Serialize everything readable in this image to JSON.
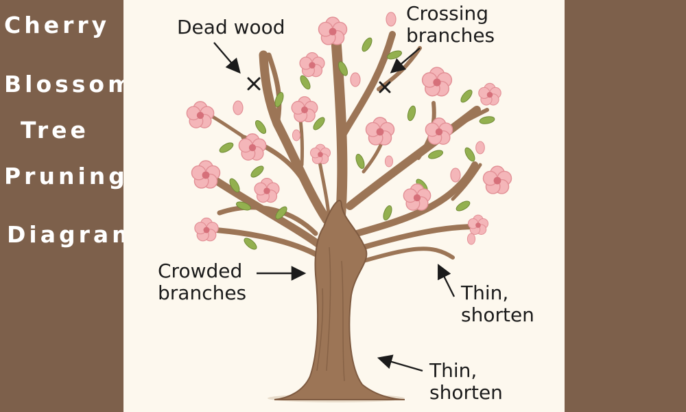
{
  "title": {
    "lines": [
      "Cherry",
      "Blossom",
      "Tree",
      "Pruning",
      "Diagram"
    ]
  },
  "labels": {
    "dead_wood": "Dead wood",
    "crossing_1": "Crossing",
    "crossing_2": "branches",
    "crowded_1": "Crowded",
    "crowded_2": "branches",
    "thin_upper_1": "Thin,",
    "thin_upper_2": "shorten",
    "thin_lower_1": "Thin,",
    "thin_lower_2": "shorten"
  },
  "colors": {
    "panel": "#7d604b",
    "canvas": "#fdf8ee",
    "trunk": "#9c7556",
    "blossom": "#f4b6b9",
    "leaf": "#93b04f",
    "text": "#1b1b1b"
  }
}
